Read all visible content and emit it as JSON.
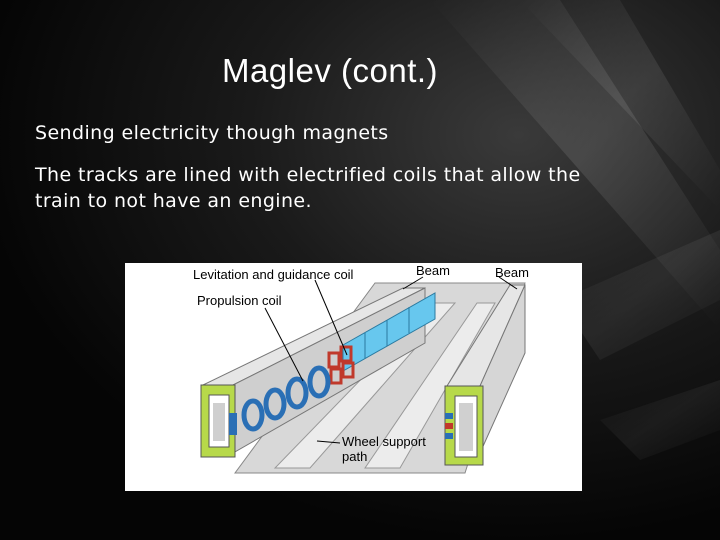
{
  "slide": {
    "title": "Maglev (cont.)",
    "bullets": [
      "Sending electricity though magnets",
      "The tracks are lined with electrified coils that allow the train to not have an engine."
    ]
  },
  "figure": {
    "labels": {
      "levitation_coil": "Levitation and guidance coil",
      "propulsion_coil": "Propulsion coil",
      "beam_1": "Beam",
      "beam_2": "Beam",
      "wheel_support_line1": "Wheel support",
      "wheel_support_line2": "path"
    }
  },
  "colors": {
    "background": "#0a0a0a",
    "beam_green": "#b7d94a",
    "coil_blue": "#67c7ee",
    "propulsion_blue": "#2a6fb5",
    "levitation_red": "#c0392b"
  }
}
